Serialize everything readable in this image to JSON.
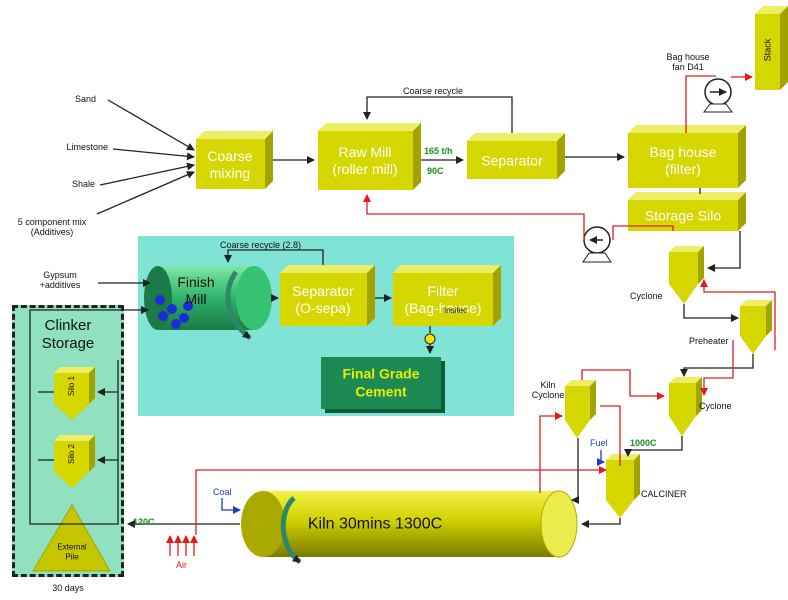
{
  "inputs": {
    "sand": "Sand",
    "limestone": "Limestone",
    "shale": "Shale",
    "component_mix": "5 component mix\n(Additives)",
    "gypsum": "Gypsum\n+additives"
  },
  "units": {
    "coarse_mixing": "Coarse\nmixing",
    "raw_mill": "Raw Mill\n(roller mill)",
    "separator": "Separator",
    "bag_house": "Bag house\n(filter)",
    "storage_silo": "Storage Silo",
    "stack": "Stack",
    "bag_house_fan": "Bag house\nfan D41",
    "finish_mill": "Finish\nMill",
    "separator_o_sepa": "Separator\n(O-sepa)",
    "filter_bag_house": "Filter\n(Bag-house)",
    "final_grade_cement": "Final Grade\nCement",
    "insitec": "Insitec",
    "clinker_storage": "Clinker\nStorage",
    "silo_1": "Silo 1",
    "silo_2": "Silo 2",
    "external_pile": "External\nPile",
    "days": "30 days",
    "cyclone_top": "Cyclone",
    "preheater": "Preheater",
    "cyclone_mid": "Cyclone",
    "kiln_cyclone": "Kiln\nCyclone",
    "calciner": "CALCINER",
    "kiln": "Kiln 30mins 1300C"
  },
  "flows": {
    "coarse_recycle": "Coarse recycle",
    "coarse_recycle_finish": "Coarse recycle (2.8)",
    "raw_mill_rate": "165 t/h",
    "raw_mill_temp": "90C",
    "calciner_temp": "1000C",
    "kiln_exit_temp": "120C",
    "fuel": "Fuel",
    "coal": "Coal",
    "air": "Air"
  },
  "colors": {
    "box_face": "#d6d600",
    "box_top": "#eeee66",
    "box_side": "#a3a300",
    "flow_black": "#222222",
    "flow_red": "#e31b1b",
    "flow_blue": "#1a3cc8",
    "panel_teal": "#7fe4d6",
    "clinker_panel": "#8fe1c0",
    "finish_green": "#2fb26a",
    "final_cement": "#1c8a55",
    "final_text": "#e8f000"
  }
}
